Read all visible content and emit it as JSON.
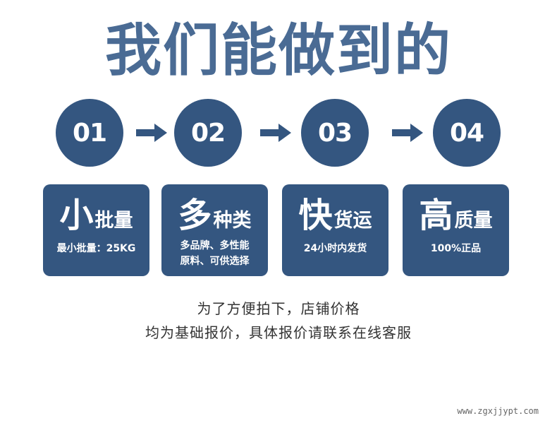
{
  "header": {
    "title": "我们能做到的"
  },
  "steps": [
    {
      "number": "01"
    },
    {
      "number": "02"
    },
    {
      "number": "03"
    },
    {
      "number": "04"
    }
  ],
  "cards": [
    {
      "big": "小",
      "small": "批量",
      "lines": [
        "最小批量：25KG"
      ]
    },
    {
      "big": "多",
      "small": "种类",
      "lines": [
        "多品牌、多性能",
        "原料、可供选择"
      ]
    },
    {
      "big": "快",
      "small": "货运",
      "lines": [
        "24小时内发货"
      ]
    },
    {
      "big": "高",
      "small": "质量",
      "lines": [
        "100%正品"
      ]
    }
  ],
  "notice": {
    "line1": "为了方便拍下，店铺价格",
    "line2": "均为基础报价，具体报价请联系在线客服"
  },
  "watermark": "www.zgxjjypt.com",
  "colors": {
    "primary": "#345680",
    "title": "#4a6b94",
    "text": "#333333"
  },
  "icons": {
    "arrow": "arrow-right-icon"
  }
}
